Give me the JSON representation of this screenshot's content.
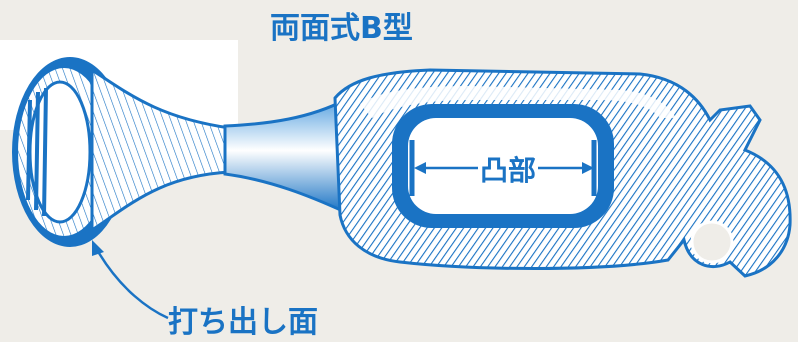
{
  "title": "両面式B型",
  "labels": {
    "convex_part": "凸部",
    "striking_face": "打ち出し面"
  },
  "colors": {
    "ink": "#1a73c4",
    "paper": "#efede8",
    "highlight": "#ffffff"
  }
}
